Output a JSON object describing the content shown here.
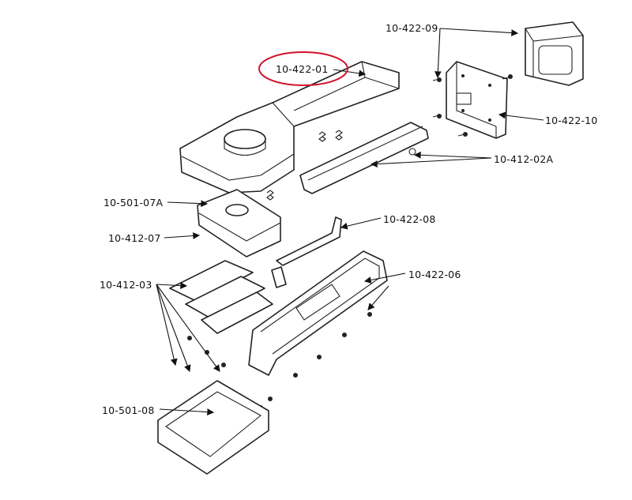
{
  "labels": {
    "p_422_09": "10-422-09",
    "p_422_01": "10-422-01",
    "p_422_10": "10-422-10",
    "p_412_02a": "10-412-02A",
    "p_501_07a": "10-501-07A",
    "p_422_08": "10-422-08",
    "p_412_07": "10-412-07",
    "p_422_06": "10-422-06",
    "p_412_03": "10-412-03",
    "p_501_08": "10-501-08"
  },
  "highlight": {
    "target": "10-422-01",
    "color": "#d0142c"
  }
}
